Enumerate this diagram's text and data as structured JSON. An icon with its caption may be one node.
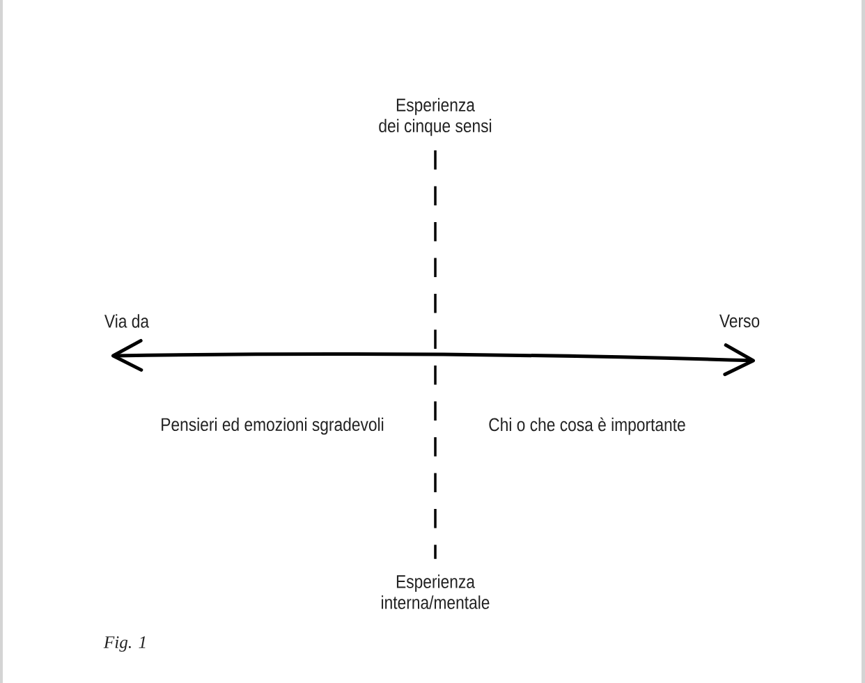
{
  "diagram": {
    "caption": "Fig. 1",
    "nodes": [
      {
        "text": [
          "Esperienza dei cinque sensi"
        ]
      },
      {
        "text": [
          "Esperienza interna/mentale"
        ]
      }
    ],
    "edges": [
      {
        "from": 0,
        "to": 1,
        "arrow": "none",
        "style": "dashed"
      }
    ],
    "labels": [
      "Via da",
      "Verso",
      "Pensieri ed emozioni sgradevoli",
      "Chi o che cosa è importante"
    ]
  }
}
